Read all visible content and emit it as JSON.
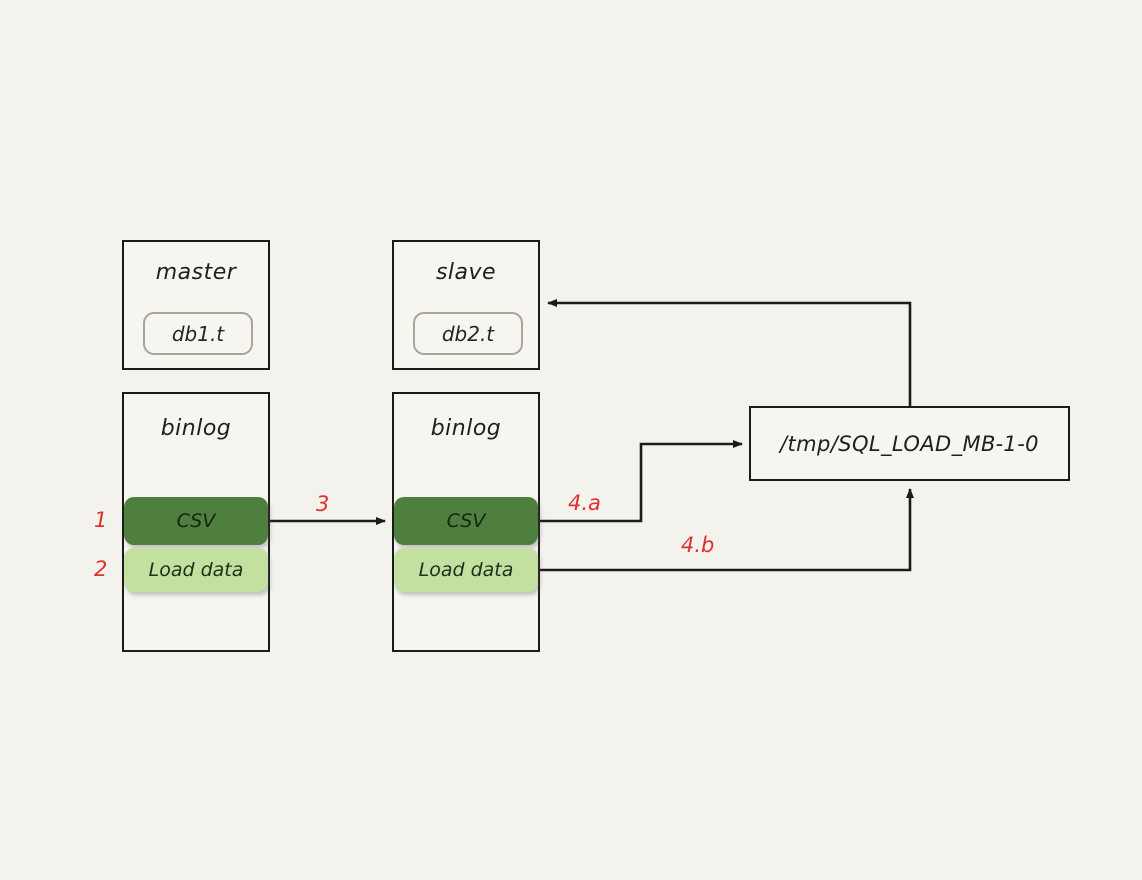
{
  "diagram": {
    "background_color": "#f4f2ed",
    "line_color": "#1b1b1b",
    "accent_color": "#e03131",
    "csv_color": "#4f7f3f",
    "load_color": "#c3e0a0"
  },
  "nodes": {
    "master": {
      "title": "master",
      "chip": "db1.t"
    },
    "slave": {
      "title": "slave",
      "chip": "db2.t"
    },
    "master_binlog": {
      "title": "binlog",
      "events": [
        {
          "label": "CSV",
          "kind": "csv"
        },
        {
          "label": "Load data",
          "kind": "load"
        }
      ]
    },
    "slave_binlog": {
      "title": "binlog",
      "events": [
        {
          "label": "CSV",
          "kind": "csv"
        },
        {
          "label": "Load data",
          "kind": "load"
        }
      ]
    },
    "tmp_file": {
      "label": "/tmp/SQL_LOAD_MB-1-0"
    }
  },
  "steps": [
    {
      "id": "step-1",
      "label": "1"
    },
    {
      "id": "step-2",
      "label": "2"
    },
    {
      "id": "step-3",
      "label": "3"
    },
    {
      "id": "step-4a",
      "label": "4.a"
    },
    {
      "id": "step-4b",
      "label": "4.b"
    }
  ]
}
